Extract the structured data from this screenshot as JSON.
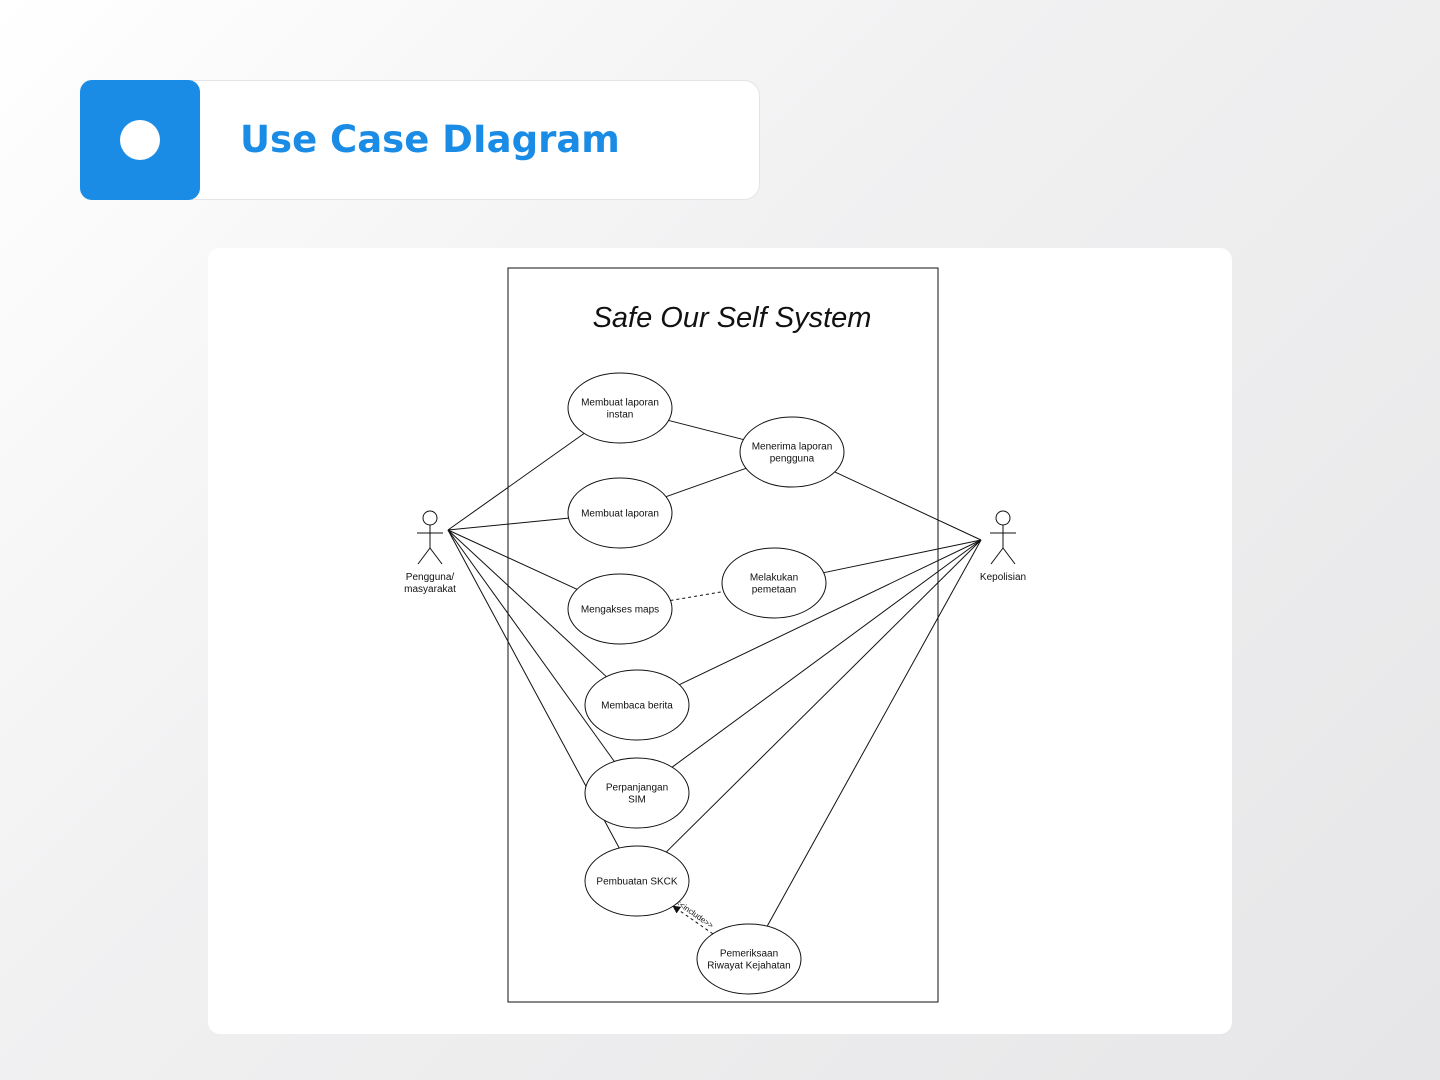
{
  "header": {
    "title": "Use Case DIagram",
    "accent_color": "#1a8ce6"
  },
  "diagram": {
    "system_title": "Safe Our Self System",
    "actors": [
      {
        "id": "pengguna",
        "label": [
          "Pengguna/",
          "masyarakat"
        ]
      },
      {
        "id": "kepolisian",
        "label": [
          "Kepolisian"
        ]
      }
    ],
    "use_cases": [
      {
        "id": "uc1",
        "label": [
          "Membuat laporan",
          "instan"
        ]
      },
      {
        "id": "uc2",
        "label": [
          "Menerima laporan",
          "pengguna"
        ]
      },
      {
        "id": "uc3",
        "label": [
          "Membuat laporan"
        ]
      },
      {
        "id": "uc4",
        "label": [
          "Mengakses maps"
        ]
      },
      {
        "id": "uc5",
        "label": [
          "Melakukan",
          "pemetaan"
        ]
      },
      {
        "id": "uc6",
        "label": [
          "Membaca berita"
        ]
      },
      {
        "id": "uc7",
        "label": [
          "Perpanjangan",
          "SIM"
        ]
      },
      {
        "id": "uc8",
        "label": [
          "Pembuatan SKCK"
        ]
      },
      {
        "id": "uc9",
        "label": [
          "Pemeriksaan",
          "Riwayat Kejahatan"
        ]
      }
    ],
    "relations": [
      {
        "from": "pengguna",
        "to": "uc1",
        "type": "association"
      },
      {
        "from": "pengguna",
        "to": "uc3",
        "type": "association"
      },
      {
        "from": "pengguna",
        "to": "uc4",
        "type": "association"
      },
      {
        "from": "pengguna",
        "to": "uc6",
        "type": "association"
      },
      {
        "from": "pengguna",
        "to": "uc7",
        "type": "association"
      },
      {
        "from": "pengguna",
        "to": "uc8",
        "type": "association"
      },
      {
        "from": "uc1",
        "to": "uc2",
        "type": "association"
      },
      {
        "from": "uc3",
        "to": "uc2",
        "type": "association"
      },
      {
        "from": "uc2",
        "to": "kepolisian",
        "type": "association"
      },
      {
        "from": "uc5",
        "to": "kepolisian",
        "type": "association"
      },
      {
        "from": "uc6",
        "to": "kepolisian",
        "type": "association"
      },
      {
        "from": "uc7",
        "to": "kepolisian",
        "type": "association"
      },
      {
        "from": "uc8",
        "to": "kepolisian",
        "type": "association"
      },
      {
        "from": "uc9",
        "to": "kepolisian",
        "type": "association"
      },
      {
        "from": "uc4",
        "to": "uc5",
        "type": "dashed"
      },
      {
        "from": "uc9",
        "to": "uc8",
        "type": "include",
        "label": "<<include>>"
      }
    ]
  }
}
